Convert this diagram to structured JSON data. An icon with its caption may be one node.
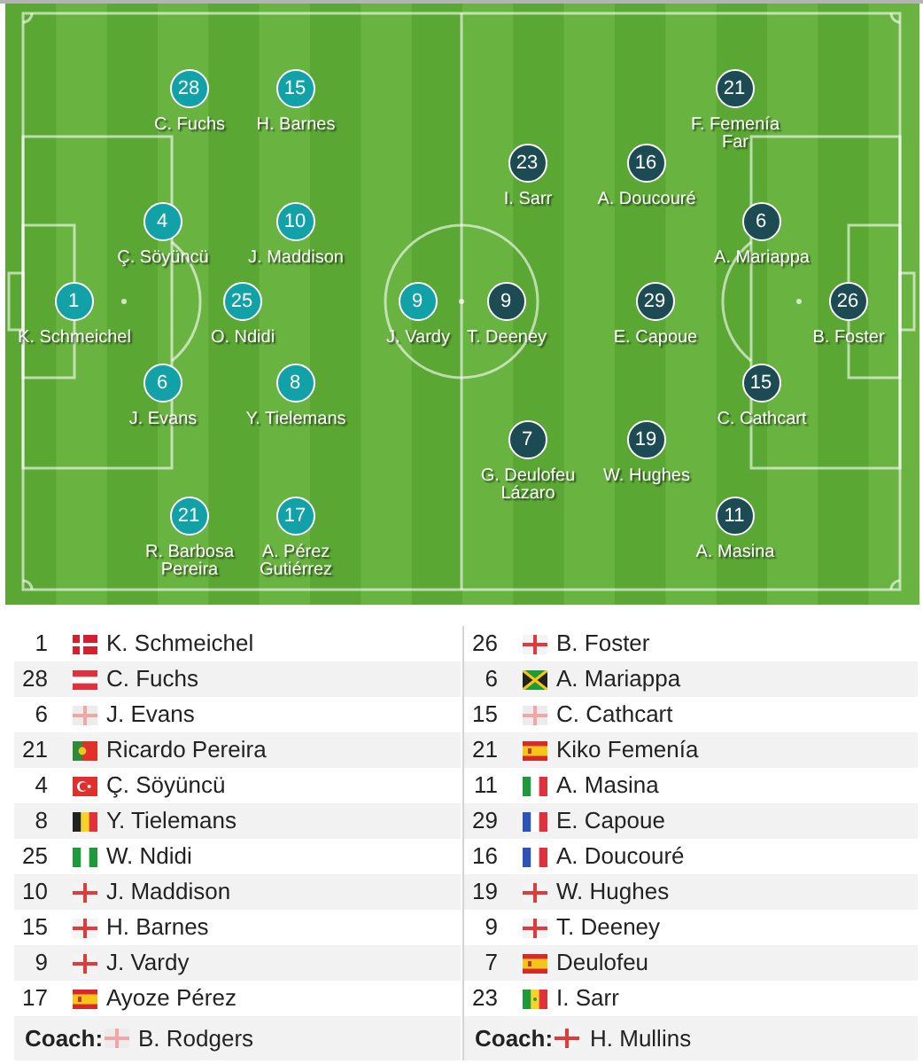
{
  "diagram": {
    "nodes": [
      {
        "text": [
          "28"
        ],
        "beside": [
          "C. Fuchs"
        ]
      },
      {
        "text": [
          "15"
        ],
        "beside": [
          "H. Barnes"
        ]
      },
      {
        "text": [
          "4"
        ],
        "beside": [
          "Ç. Söyüncü"
        ]
      },
      {
        "text": [
          "10"
        ],
        "beside": [
          "J. Maddison"
        ]
      },
      {
        "text": [
          "1"
        ],
        "beside": [
          "K. Schmeichel"
        ]
      },
      {
        "text": [
          "25"
        ],
        "beside": [
          "O. Ndidi"
        ]
      },
      {
        "text": [
          "9"
        ],
        "beside": [
          "J. Vardy"
        ]
      },
      {
        "text": [
          "6"
        ],
        "beside": [
          "J. Evans"
        ]
      },
      {
        "text": [
          "8"
        ],
        "beside": [
          "Y. Tielemans"
        ]
      },
      {
        "text": [
          "21"
        ],
        "beside": [
          "R. Barbosa Pereira"
        ]
      },
      {
        "text": [
          "17"
        ],
        "beside": [
          "A. Pérez Gutiérrez"
        ]
      },
      {
        "text": [
          "21"
        ],
        "beside": [
          "F. Femenía Far"
        ]
      },
      {
        "text": [
          "23"
        ],
        "beside": [
          "I. Sarr"
        ]
      },
      {
        "text": [
          "16"
        ],
        "beside": [
          "A. Doucouré"
        ]
      },
      {
        "text": [
          "6"
        ],
        "beside": [
          "A. Mariappa"
        ]
      },
      {
        "text": [
          "9"
        ],
        "beside": [
          "T. Deeney"
        ]
      },
      {
        "text": [
          "29"
        ],
        "beside": [
          "E. Capoue"
        ]
      },
      {
        "text": [
          "26"
        ],
        "beside": [
          "B. Foster"
        ]
      },
      {
        "text": [
          "15"
        ],
        "beside": [
          "C. Cathcart"
        ]
      },
      {
        "text": [
          "7"
        ],
        "beside": [
          "G. Deulofeu Lázaro"
        ]
      },
      {
        "text": [
          "19"
        ],
        "beside": [
          "W. Hughes"
        ]
      },
      {
        "text": [
          "11"
        ],
        "beside": [
          "A. Masina"
        ]
      }
    ],
    "edges": [],
    "labels": [
      "1",
      "K. Schmeichel",
      "26",
      "B. Foster",
      "28",
      "C. Fuchs",
      "6",
      "A. Mariappa",
      "6",
      "J. Evans",
      "15",
      "C. Cathcart",
      "21",
      "Ricardo Pereira",
      "21",
      "Kiko Femenía",
      "4",
      "Ç. Söyüncü",
      "11",
      "A. Masina",
      "8",
      "Y. Tielemans",
      "29",
      "E. Capoue",
      "25",
      "W. Ndidi",
      "16",
      "A. Doucouré",
      "10",
      "J. Maddison",
      "19",
      "W. Hughes",
      "15",
      "H. Barnes",
      "9",
      "T. Deeney",
      "9",
      "J. Vardy",
      "7",
      "Deulofeu",
      "17",
      "Ayoze Pérez",
      "23",
      "I. Sarr",
      "Coach:",
      "B. Rodgers",
      "Coach:",
      "H. Mullins"
    ]
  }
}
